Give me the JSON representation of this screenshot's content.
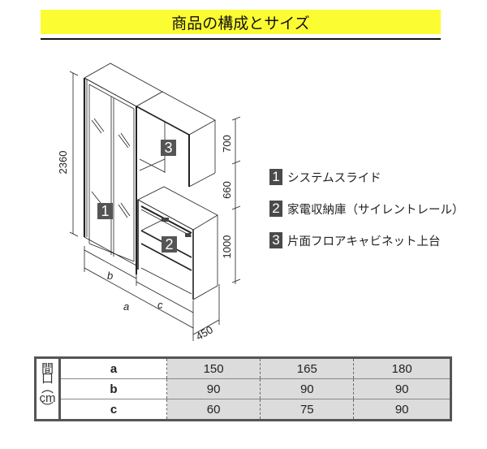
{
  "header": {
    "title": "商品の構成とサイズ",
    "banner_color": "#fcfc33"
  },
  "diagram": {
    "dimensions": {
      "total_height": "2360",
      "upper_cabinet_height": "700",
      "gap_height": "660",
      "lower_cabinet_height": "1000",
      "depth": "450",
      "width_a": "a",
      "width_b": "b",
      "width_c": "c"
    },
    "markers": [
      "1",
      "2",
      "3"
    ]
  },
  "legend": {
    "items": [
      {
        "number": "1",
        "label": "システムスライド"
      },
      {
        "number": "2",
        "label": "家電収納庫（サイレントレール）"
      },
      {
        "number": "3",
        "label": "片面フロアキャビネット上台"
      }
    ]
  },
  "table": {
    "side_label": "間口（cm）",
    "side_chars": [
      "間",
      "口",
      "︵",
      "cm",
      "︶"
    ],
    "rows": [
      {
        "key": "a",
        "values": [
          "150",
          "165",
          "180"
        ]
      },
      {
        "key": "b",
        "values": [
          "90",
          "90",
          "90"
        ]
      },
      {
        "key": "c",
        "values": [
          "60",
          "75",
          "90"
        ]
      }
    ]
  }
}
